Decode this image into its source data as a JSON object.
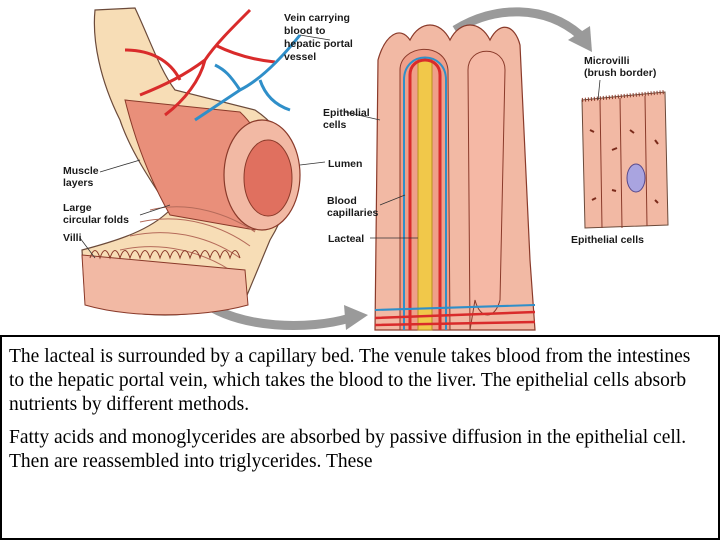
{
  "labels": {
    "vein": [
      "Vein carrying",
      "blood to",
      "hepatic portal",
      "vessel"
    ],
    "epithelial_cells_mid": [
      "Epithelial",
      "cells"
    ],
    "lumen": "Lumen",
    "muscle_layers": [
      "Muscle",
      "layers"
    ],
    "circular_folds": [
      "Large",
      "circular folds"
    ],
    "villi": "Villi",
    "blood_capillaries": [
      "Blood",
      "capillaries"
    ],
    "lacteal": "Lacteal",
    "microvilli": [
      "Microvilli",
      "(brush border)"
    ],
    "epithelial_cells_right": "Epithelial cells"
  },
  "caption": {
    "paragraph1": "The lacteal is surrounded by a capillary bed.  The venule takes blood from the intestines to the hepatic portal vein, which takes the blood to the liver. The epithelial cells absorb nutrients by different methods.",
    "paragraph2": "Fatty acids and monoglycerides are absorbed by passive diffusion in the epithelial cell. Then are reassembled into triglycerides.  These"
  },
  "colors": {
    "tissue": "#f2b9a4",
    "tube_outer": "#f7ddb6",
    "fold": "#e98f7a",
    "artery": "#d92b2b",
    "vein": "#2f8fc9",
    "lacteal": "#f1c84a",
    "arrow": "#9a9a9a"
  }
}
